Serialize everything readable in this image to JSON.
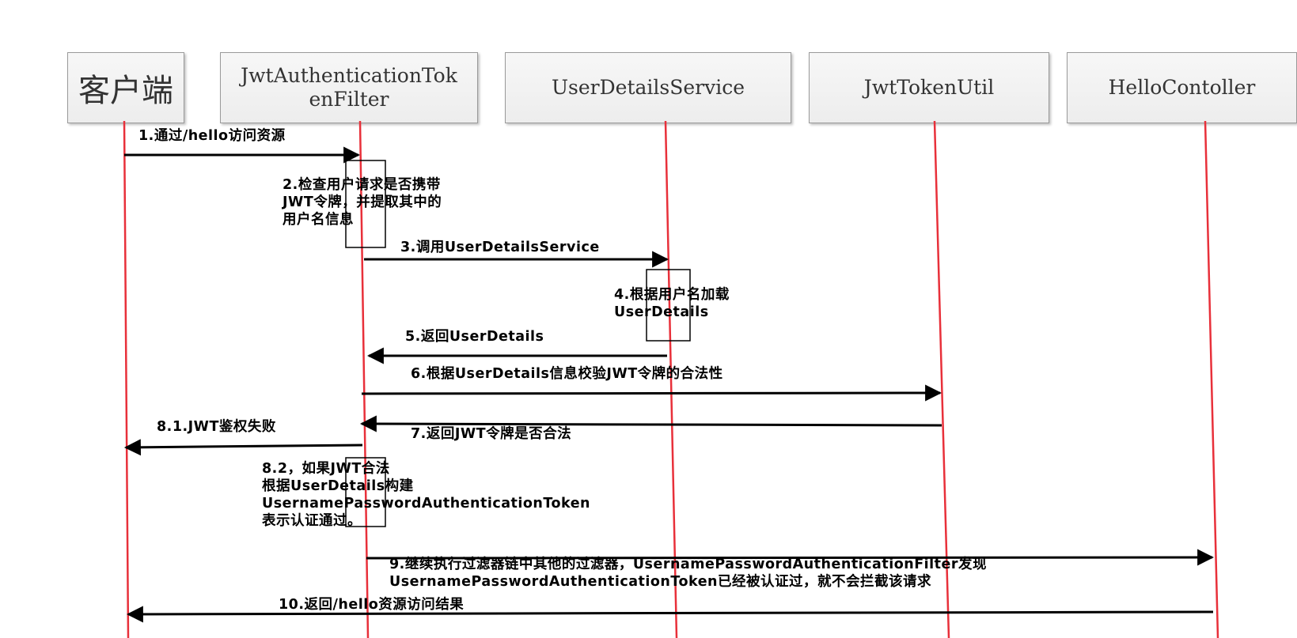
{
  "actors": {
    "client": "客户端",
    "filter": "JwtAuthenticationTok\nenFilter",
    "user_details_service": "UserDetailsService",
    "jwt_token_util": "JwtTokenUtil",
    "hello_controller": "HelloContoller"
  },
  "messages": {
    "m1": "1.通过/hello访问资源",
    "m2": "2.检查用户请求是否携带\nJWT令牌，并提取其中的\n用户名信息",
    "m3": "3.调用UserDetailsService",
    "m4": "4.根据用户名加载\nUserDetails",
    "m5": "5.返回UserDetails",
    "m6": "6.根据UserDetails信息校验JWT令牌的合法性",
    "m7": "7.返回JWT令牌是否合法",
    "m8_1": "8.1.JWT鉴权失败",
    "m8_2": "8.2，如果JWT合法\n根据UserDetails构建\nUsernamePasswordAuthenticationToken\n表示认证通过。",
    "m9": "9.继续执行过滤器链中其他的过滤器，UsernamePasswordAuthenticationFilter发现\nUsernamePasswordAuthenticationToken已经被认证过，就不会拦截该请求",
    "m10": "10.返回/hello资源访问结果"
  },
  "colors": {
    "lifeline": "#e8303a",
    "arrow": "#000000",
    "box_border": "#9a9a9a"
  }
}
